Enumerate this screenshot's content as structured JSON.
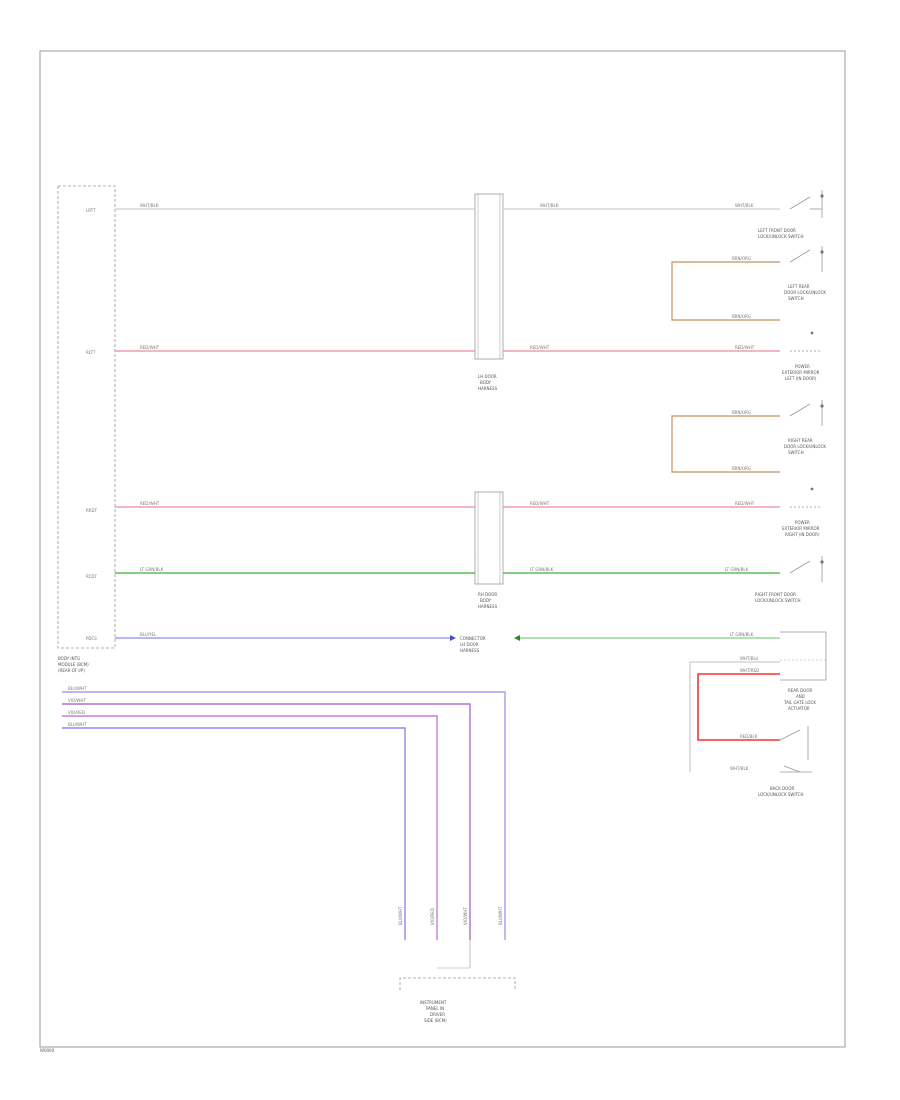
{
  "page_label": "W0000",
  "colors": {
    "frame": "#999999",
    "wire_white": "#cfcfcf",
    "wire_red": "#f08a9a",
    "wire_green": "#39b539",
    "wire_light_green": "#7fd07f",
    "wire_blue": "#8a8af0",
    "wire_violet": "#b070c8",
    "wire_brown": "#c89060",
    "wire_orange": "#e8a040",
    "wire_bright_red": "#ff3030",
    "text": "#777777"
  },
  "module_left": {
    "caption": [
      "BODY INTG",
      "MODULE (BCM)",
      "(REAR OF I/P)"
    ]
  },
  "terminals_left": [
    "LRTT",
    "RLTT",
    "RRDT",
    "RCDT",
    "PDCS"
  ],
  "wire_labels": {
    "w1": "WHT/BLK",
    "w2": "WHT/BLK",
    "w3": "WHT/BLK",
    "r1": "RED/WHT",
    "r2": "RED/WHT",
    "r3": "RED/WHT",
    "r4": "RED/WHT",
    "r5": "RED/WHT",
    "r6": "RED/WHT",
    "g1": "LT GRN/BLK",
    "g2": "LT GRN/BLK",
    "g3": "LT GRN/BLK",
    "b1": "BLU/YEL",
    "lg1": "LT GRN/BLK",
    "br1": "BRN/ORG",
    "br2": "BRN/ORG",
    "br3": "BRN/ORG",
    "br4": "BRN/ORG",
    "pd1": "WHT/BLU",
    "pd2": "WHT/RED",
    "pd3": "RED/BLK",
    "pd4": "WHT/BLK"
  },
  "connector_labels": {
    "c_top": [
      "LH DOOR",
      "BODY",
      "HARNESS"
    ],
    "c_mid": [
      "RH DOOR",
      "BODY",
      "HARNESS"
    ],
    "c_blue": [
      "CONNECTOR",
      "LH DOOR",
      "HARNESS"
    ]
  },
  "switch_labels": {
    "s1": [
      "LEFT FRONT DOOR",
      "LOCK/UNLOCK SWITCH"
    ],
    "s2": [
      "LEFT REAR",
      "DOOR LOCK/UNLOCK",
      "SWITCH"
    ],
    "s3": [
      "POWER",
      "EXTERIOR MIRROR",
      "LEFT (IN DOOR)"
    ],
    "s4": [
      "RIGHT REAR",
      "DOOR LOCK/UNLOCK",
      "SWITCH"
    ],
    "s5": [
      "POWER",
      "EXTERIOR MIRROR",
      "RIGHT (IN DOOR)"
    ],
    "s6": [
      "RIGHT FRONT DOOR",
      "LOCK/UNLOCK SWITCH"
    ],
    "s7": [
      "REAR DOOR",
      "AND",
      "TAIL GATE LOCK",
      "ACTUATOR"
    ],
    "s8": [
      "BACK DOOR",
      "LOCK/UNLOCK SWITCH"
    ]
  },
  "bus_labels": [
    "BLU/WHT",
    "VIO/WHT",
    "VIO/RED",
    "BLU/WHT"
  ],
  "bus_vertical_labels": [
    "BLU/WHT",
    "VIO/RED",
    "VIO/WHT",
    "BLU/WHT"
  ],
  "module_bottom": {
    "caption": [
      "INSTRUMENT",
      "PANEL IN",
      "DRIVER",
      "SIDE (BCM)"
    ]
  }
}
